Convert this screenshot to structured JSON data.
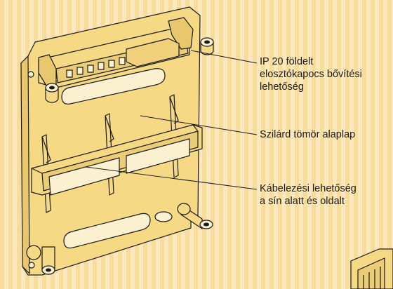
{
  "callouts": [
    {
      "id": "terminal-block-expansion",
      "text": "IP 20 földelt\nelosztókapocs bővítési\nlehetőség"
    },
    {
      "id": "solid-base-plate",
      "text": "Szilárd tömör alaplap"
    },
    {
      "id": "cabling-option",
      "text": "Kábelezési lehetőség\na sín alatt és oldalt"
    }
  ],
  "colors": {
    "background_stripe_dark": "#f7dc9c",
    "background_stripe_light": "#fbe9bd",
    "plate_fill": "#f5d985",
    "outline": "#1a1a1a",
    "leader_line": "#1a1a1a"
  },
  "icons": [
    "mounting-plate-drawing"
  ]
}
